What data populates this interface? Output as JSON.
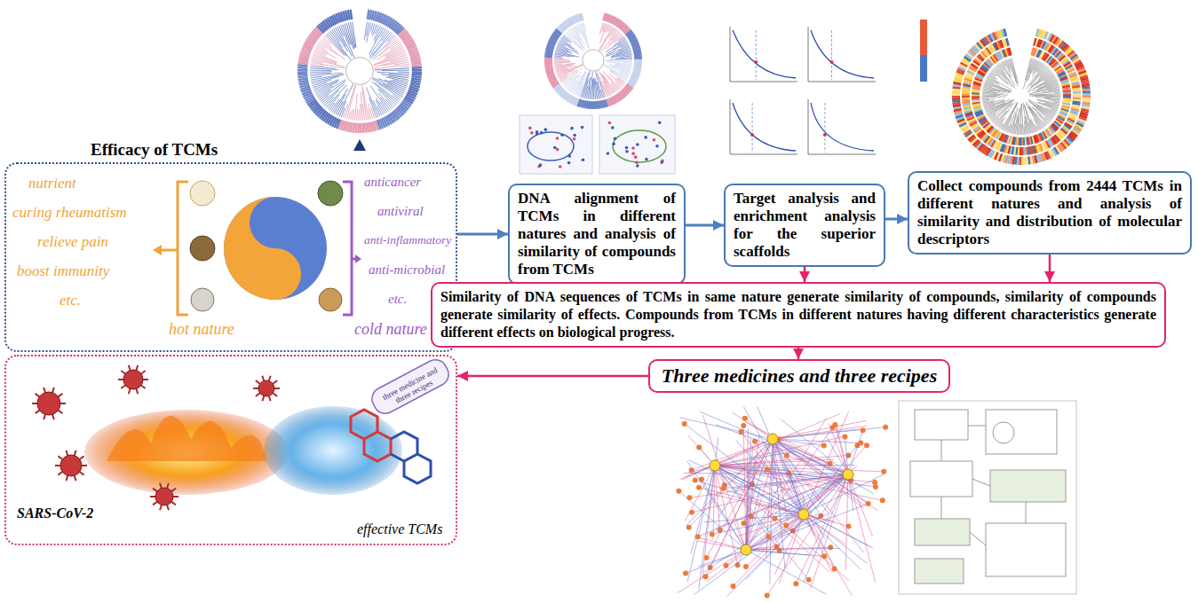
{
  "diagram": {
    "nodes": [
      {
        "text": [
          "Efficacy of TCMs",
          "nutrient",
          "curing rheumatism",
          "relieve pain",
          "boost immunity",
          "etc.",
          "hot nature",
          "anticancer",
          "antiviral",
          "anti-inflammatory",
          "anti-microbial",
          "etc.",
          "cold nature"
        ]
      },
      {
        "text": [
          "SARS-CoV-2",
          "three medicine and three recipes",
          "effective TCMs"
        ]
      },
      {
        "text": [
          "DNA alignment of TCMs in different natures and analysis of similarity of compounds from TCMs"
        ]
      },
      {
        "text": [
          "Target analysis and enrichment analysis for the superior scaffolds"
        ]
      },
      {
        "text": [
          "Collect compounds from 2444 TCMs in different natures and analysis of similarity and distribution of molecular descriptors"
        ]
      },
      {
        "text": [
          "Similarity of DNA sequences of TCMs in same nature generate similarity of compounds, similarity of compounds generate similarity of effects. Compounds from TCMs in different natures having different characteristics generate different effects on biological progress."
        ]
      },
      {
        "text": [
          "Three medicines and three recipes"
        ]
      }
    ],
    "edges": [
      {
        "from": 0,
        "to": 2,
        "arrow": "to"
      },
      {
        "from": 2,
        "to": 3,
        "arrow": "to"
      },
      {
        "from": 3,
        "to": 4,
        "arrow": "to"
      },
      {
        "from": 2,
        "to": 5,
        "arrow": "to"
      },
      {
        "from": 3,
        "to": 5,
        "arrow": "to"
      },
      {
        "from": 4,
        "to": 5,
        "arrow": "to"
      },
      {
        "from": 5,
        "to": 6,
        "arrow": "to"
      },
      {
        "from": 6,
        "to": 1,
        "arrow": "to"
      }
    ]
  }
}
